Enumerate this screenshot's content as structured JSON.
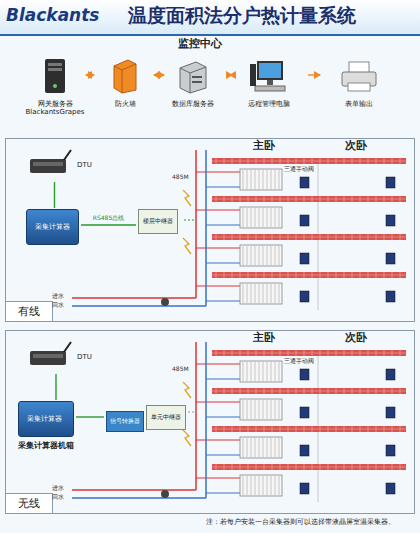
{
  "diagram": {
    "title": "温度面积法分户热计量系统",
    "nodes": [
      {
        "text": [
          "网关服务器 BlackantsGrapes"
        ]
      },
      {
        "text": [
          "防火墙"
        ]
      },
      {
        "text": [
          "数据库服务器"
        ]
      },
      {
        "text": [
          "远程管理电脑"
        ]
      },
      {
        "text": [
          "表单输出"
        ]
      },
      {
        "text": [
          "有线"
        ]
      },
      {
        "text": [
          "DTU"
        ],
        "in": 5
      },
      {
        "text": [
          "采集计算器"
        ],
        "in": 5
      },
      {
        "text": [
          "楼层中继器"
        ],
        "in": 5
      },
      {
        "text": [
          "无线"
        ]
      },
      {
        "text": [
          "DTU"
        ],
        "in": 9
      },
      {
        "text": [
          "采集计算器",
          "采集计算器机箱"
        ],
        "in": 9
      },
      {
        "text": [
          "信号转换器"
        ],
        "in": 9
      },
      {
        "text": [
          "单元中继器"
        ],
        "in": 9
      }
    ],
    "edges": [
      {
        "from": 0,
        "to": 1,
        "arrow": "both"
      },
      {
        "from": 1,
        "to": 2,
        "arrow": "both"
      },
      {
        "from": 2,
        "to": 3,
        "arrow": "both"
      },
      {
        "from": 3,
        "to": 4,
        "arrow": "to"
      },
      {
        "from": 6,
        "to": 7,
        "arrow": "none"
      },
      {
        "from": 7,
        "to": 8,
        "label": "RS485总线",
        "arrow": "none"
      },
      {
        "from": 10,
        "to": 11,
        "arrow": "none"
      },
      {
        "from": 11,
        "to": 12,
        "arrow": "none"
      }
    ],
    "labels": [
      "Blackants",
      "监控中心",
      "485M",
      "三通手动阀",
      "主卧",
      "次卧",
      "进水",
      "回水",
      "485M",
      "三通手动阀",
      "主卧",
      "次卧",
      "进水",
      "回水",
      "注：若每户安装一台采集器则可以选择带液晶屏室温采集器。"
    ]
  }
}
